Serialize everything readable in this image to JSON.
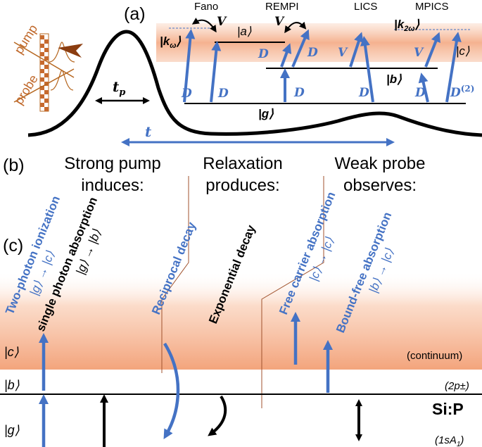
{
  "panels": {
    "a": "(a)",
    "b": "(b)",
    "c": "(c)"
  },
  "pump_probe": {
    "pump": "pump",
    "probe": "probe",
    "tp": "t",
    "tp_sub": "p",
    "t": "t"
  },
  "schemes": [
    "Fano",
    "REMPI",
    "LICS",
    "MPICS"
  ],
  "states": {
    "k_omega": "|kω⟩",
    "a": "|a⟩",
    "k_2omega": "|k2ω⟩",
    "c": "|c⟩",
    "b": "|b⟩",
    "g": "|g⟩"
  },
  "couplings": {
    "V": "V",
    "D": "D",
    "D2": "D",
    "D2_sup": "(2)"
  },
  "stages": {
    "pump": [
      "Strong pump",
      "induces:"
    ],
    "relax": [
      "Relaxation",
      "produces:"
    ],
    "probe": [
      "Weak probe",
      "observes:"
    ]
  },
  "processes": {
    "two_photon": "Two-photon ionization",
    "two_photon_tr": "|g⟩ → |c⟩",
    "single_photon": "single photon absorption",
    "single_photon_tr": "|g⟩ → |b⟩",
    "reciprocal": "Reciprocal decay",
    "exponential": "Exponential decay",
    "free_carrier": "Free carrier absorption",
    "free_carrier_tr": "|c⟩ → |c⟩",
    "bound_free": "Bound-free absorption",
    "bound_free_tr": "|b⟩ → |c⟩"
  },
  "levels_c": {
    "c": "|c⟩",
    "b": "|b⟩",
    "g": "|g⟩",
    "continuum": "(continuum)",
    "two_p": "(2p±)",
    "one_s": "(1sA",
    "one_s_sub": "1",
    "one_s_end": ")",
    "material": "Si:P"
  },
  "colors": {
    "blue": "#4472c4",
    "orange": "#f3a97e",
    "orange_line": "#a0522d",
    "black": "#000000"
  },
  "icons": [
    "detector-icon",
    "beam-splitter-icon"
  ]
}
